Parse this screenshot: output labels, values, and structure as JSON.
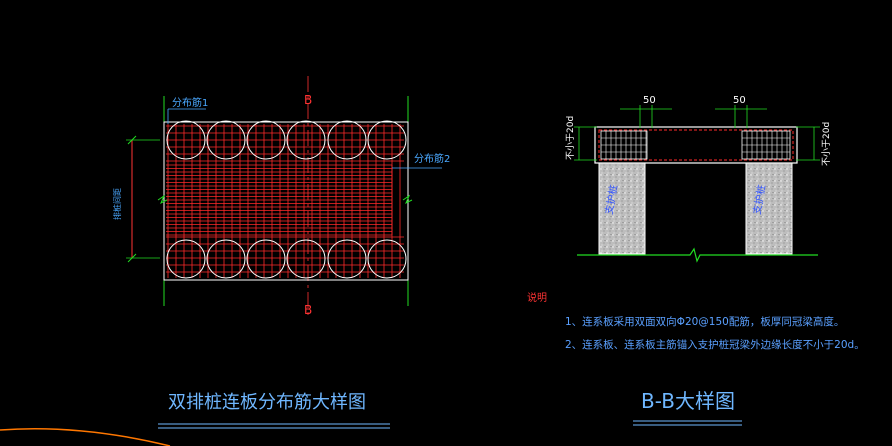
{
  "left_detail": {
    "section_mark_top": "B",
    "section_mark_bottom": "B",
    "label_rebar_1": "分布筋1",
    "label_rebar_2": "分布筋2",
    "dimension_label": "排桩间距",
    "title": "双排桩连板分布筋大样图"
  },
  "right_detail": {
    "dim_top_left": "50",
    "dim_top_right": "50",
    "dim_side_left": "不小于20d",
    "dim_side_right": "不小于20d",
    "pile_label_left": "支护桩",
    "pile_label_right": "支护桩",
    "title": "B-B大样图"
  },
  "notes": {
    "heading": "说明",
    "items": [
      "1、连系板采用双面双向Φ20@150配筋，板厚同冠梁高度。",
      "2、连系板、连系板主筋锚入支护桩冠梁外边缘长度不小于20d。"
    ]
  },
  "colors": {
    "background": "#000000",
    "rebar": "#ff2a2a",
    "outline": "#ffffff",
    "title": "#6fb7ff",
    "dimension": "#22dd22",
    "leader": "#4aa8ff",
    "section_mark": "#ff3333",
    "notes_text": "#5aa0ff",
    "notes_heading": "#ff3333",
    "pile_fill": "#cfcfcf",
    "arc": "#ff7700"
  }
}
